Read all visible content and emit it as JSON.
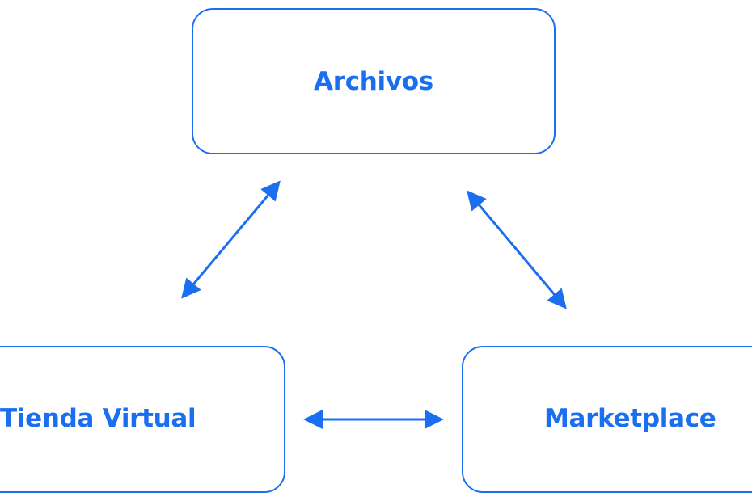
{
  "diagram": {
    "accent_color": "#1a6ff0",
    "nodes": {
      "archivos": {
        "label": "Archivos"
      },
      "tienda_virtual": {
        "label": "Tienda Virtual"
      },
      "marketplace": {
        "label": "Marketplace"
      }
    },
    "edges": [
      {
        "from": "archivos",
        "to": "tienda_virtual",
        "direction": "bidirectional"
      },
      {
        "from": "archivos",
        "to": "marketplace",
        "direction": "bidirectional"
      },
      {
        "from": "tienda_virtual",
        "to": "marketplace",
        "direction": "bidirectional"
      }
    ]
  }
}
